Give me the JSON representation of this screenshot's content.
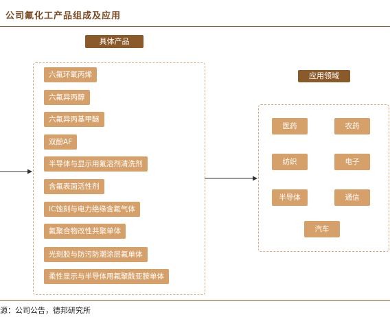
{
  "title": "公司氟化工产品组成及应用",
  "products_header": "具体产品",
  "applications_header": "应用领域",
  "products": [
    "六氟环氧丙烯",
    "六氟异丙醇",
    "六氟异丙基甲醚",
    "双酚AF",
    "半导体与显示用氟溶剂清洗剂",
    "含氟表面活性剂",
    "IC蚀刻与电力绝缘含氟气体",
    "氟聚合物改性共聚单体",
    "光刻胶与防污防潮涂层氟单体",
    "柔性显示与半导体用氟聚酰亚胺单体"
  ],
  "applications": [
    "医药",
    "农药",
    "纺织",
    "电子",
    "半导体",
    "通信",
    "汽车"
  ],
  "source": "源：公司公告，德邦研究所"
}
